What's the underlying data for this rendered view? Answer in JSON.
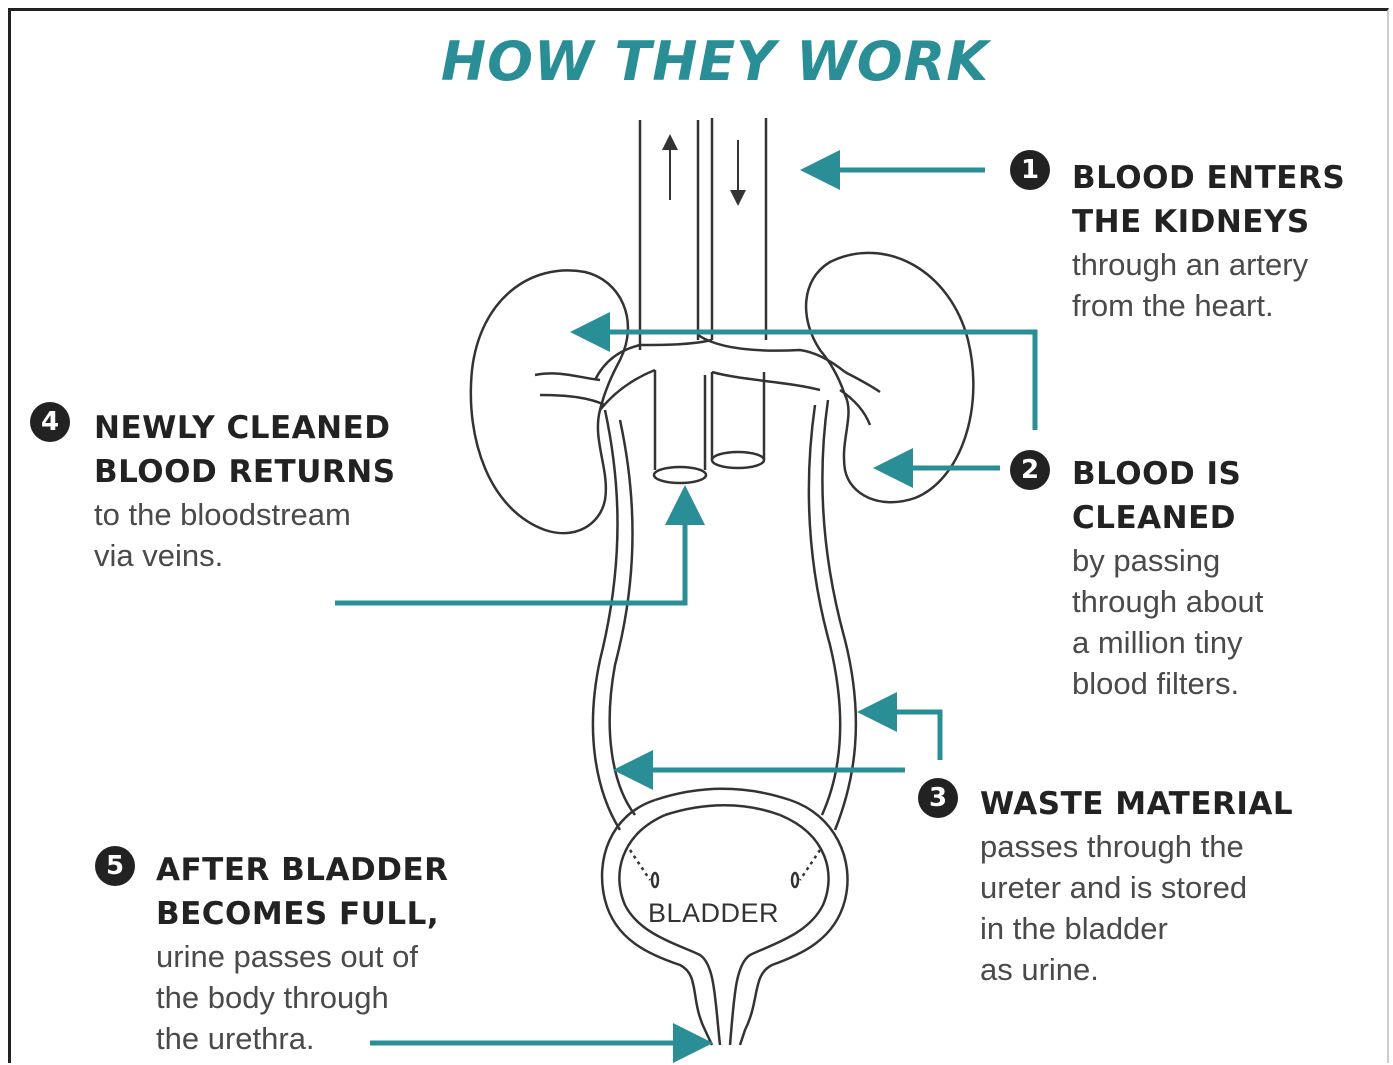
{
  "title": "HOW THEY WORK",
  "steps": [
    {
      "number": "1",
      "head_lines": [
        "BLOOD ENTERS",
        "THE KIDNEYS"
      ],
      "body_lines": [
        "through an artery",
        "from the heart."
      ]
    },
    {
      "number": "2",
      "head_lines": [
        "BLOOD IS",
        "CLEANED"
      ],
      "body_lines": [
        "by passing",
        "through about",
        "a million tiny",
        "blood filters."
      ]
    },
    {
      "number": "3",
      "head_lines": [
        "WASTE MATERIAL"
      ],
      "body_lines": [
        "passes through the",
        "ureter and is stored",
        "in the bladder",
        "as urine."
      ]
    },
    {
      "number": "4",
      "head_lines": [
        "NEWLY CLEANED",
        "BLOOD RETURNS"
      ],
      "body_lines": [
        "to the bloodstream",
        "via veins."
      ]
    },
    {
      "number": "5",
      "head_lines": [
        "AFTER BLADDER",
        "BECOMES FULL,"
      ],
      "body_lines": [
        "urine passes out of",
        "the body through",
        "the urethra."
      ]
    }
  ],
  "bladder_label": "BLADDER",
  "colors": {
    "accent": "#2a8e96",
    "line": "#2e2e2e"
  }
}
